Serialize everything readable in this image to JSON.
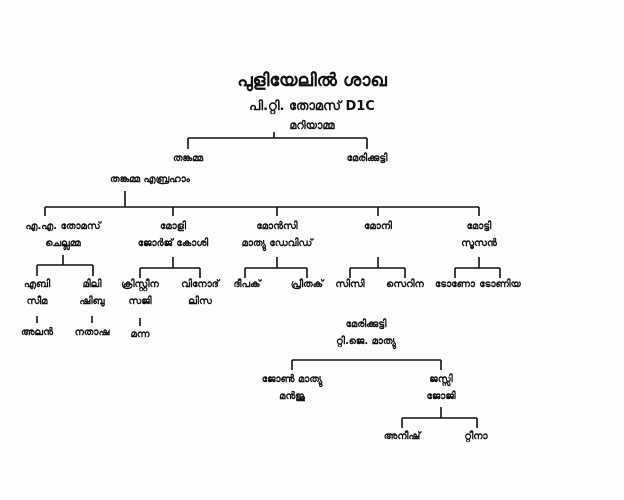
{
  "title": "പുളിയേലിൽ ശാഖ",
  "root": {
    "line1": "പി.റ്റി. തോമസ് D1C",
    "line2": "മറിയാമ്മ"
  },
  "gen1": [
    {
      "name": "തങ്കമ്മ"
    },
    {
      "name": "മേരിക്കുട്ടി"
    }
  ],
  "thankamma_couple": "തങ്കമ്മ എബ്രഹാം",
  "gen2": [
    {
      "line1": "എ.എ. തോമസ്",
      "line2": "ചെല്ലമ്മ"
    },
    {
      "line1": "മോളി",
      "line2": "ജോർജ് കോശി"
    },
    {
      "line1": "മോൻസി",
      "line2": "മാത്യു ഡേവിഡ്"
    },
    {
      "line1": "മോനി",
      "line2": ""
    },
    {
      "line1": "മോട്ടി",
      "line2": "സൂസൻ"
    }
  ],
  "gen3": {
    "thomas": [
      {
        "line1": "എബി",
        "line2": "സീമ",
        "child": "അലൻ"
      },
      {
        "line1": "മിലി",
        "line2": "ഷിബു",
        "child": "നതാഷ"
      }
    ],
    "moly": [
      {
        "line1": "ക്രിസ്റ്റീന",
        "line2": "സജി",
        "child": "മന്ന"
      },
      {
        "line1": "വിനോദ്",
        "line2": "ലിസ"
      }
    ],
    "monsy": [
      {
        "line1": "ദീപക്"
      },
      {
        "line1": "പ്രീതക്"
      }
    ],
    "mony": [
      {
        "line1": "സിസി"
      },
      {
        "line1": "സെറിന"
      }
    ],
    "motty": [
      {
        "line1": "ടോണോ"
      },
      {
        "line1": "ടോണിയ"
      }
    ]
  },
  "marykutty_branch": {
    "line1": "മേരിക്കുട്ടി",
    "line2": "റ്റി.ജെ. മാത്യു",
    "children": [
      {
        "line1": "ജോൺ മാത്യു",
        "line2": "മൻജു"
      },
      {
        "line1": "ജസ്സി",
        "line2": "ജോജി",
        "children": [
          "അനീഷ്",
          "റ്റീനാ"
        ]
      }
    ]
  }
}
